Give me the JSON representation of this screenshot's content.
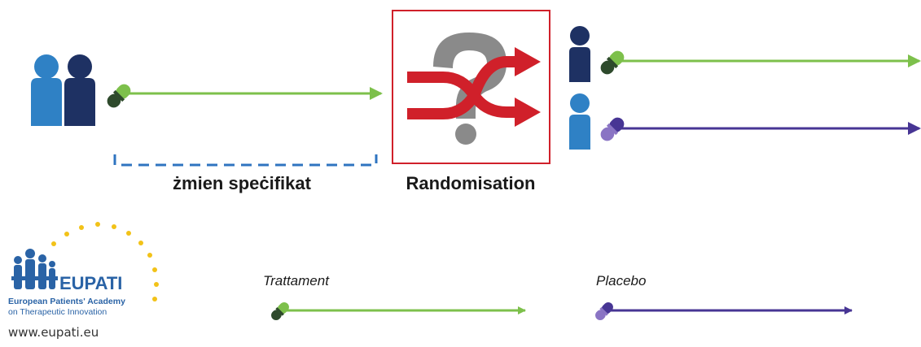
{
  "diagram": {
    "runin_label": "żmien speċifikat",
    "randomisation_label": "Randomisation",
    "legend": {
      "treatment_label": "Trattament",
      "placebo_label": "Placebo"
    }
  },
  "logo": {
    "name": "EUPATI",
    "line1": "European Patients' Academy",
    "line2": "on Therapeutic Innovation",
    "url": "www.eupati.eu"
  },
  "colors": {
    "green": "#7dc04b",
    "dark_green": "#2e4a2c",
    "purple": "#473594",
    "light_purple": "#8a74c4",
    "navy": "#1e3163",
    "blue": "#2f81c5",
    "red": "#d0202a",
    "grey": "#8a8a8a",
    "dashed_blue": "#2f74c0"
  }
}
